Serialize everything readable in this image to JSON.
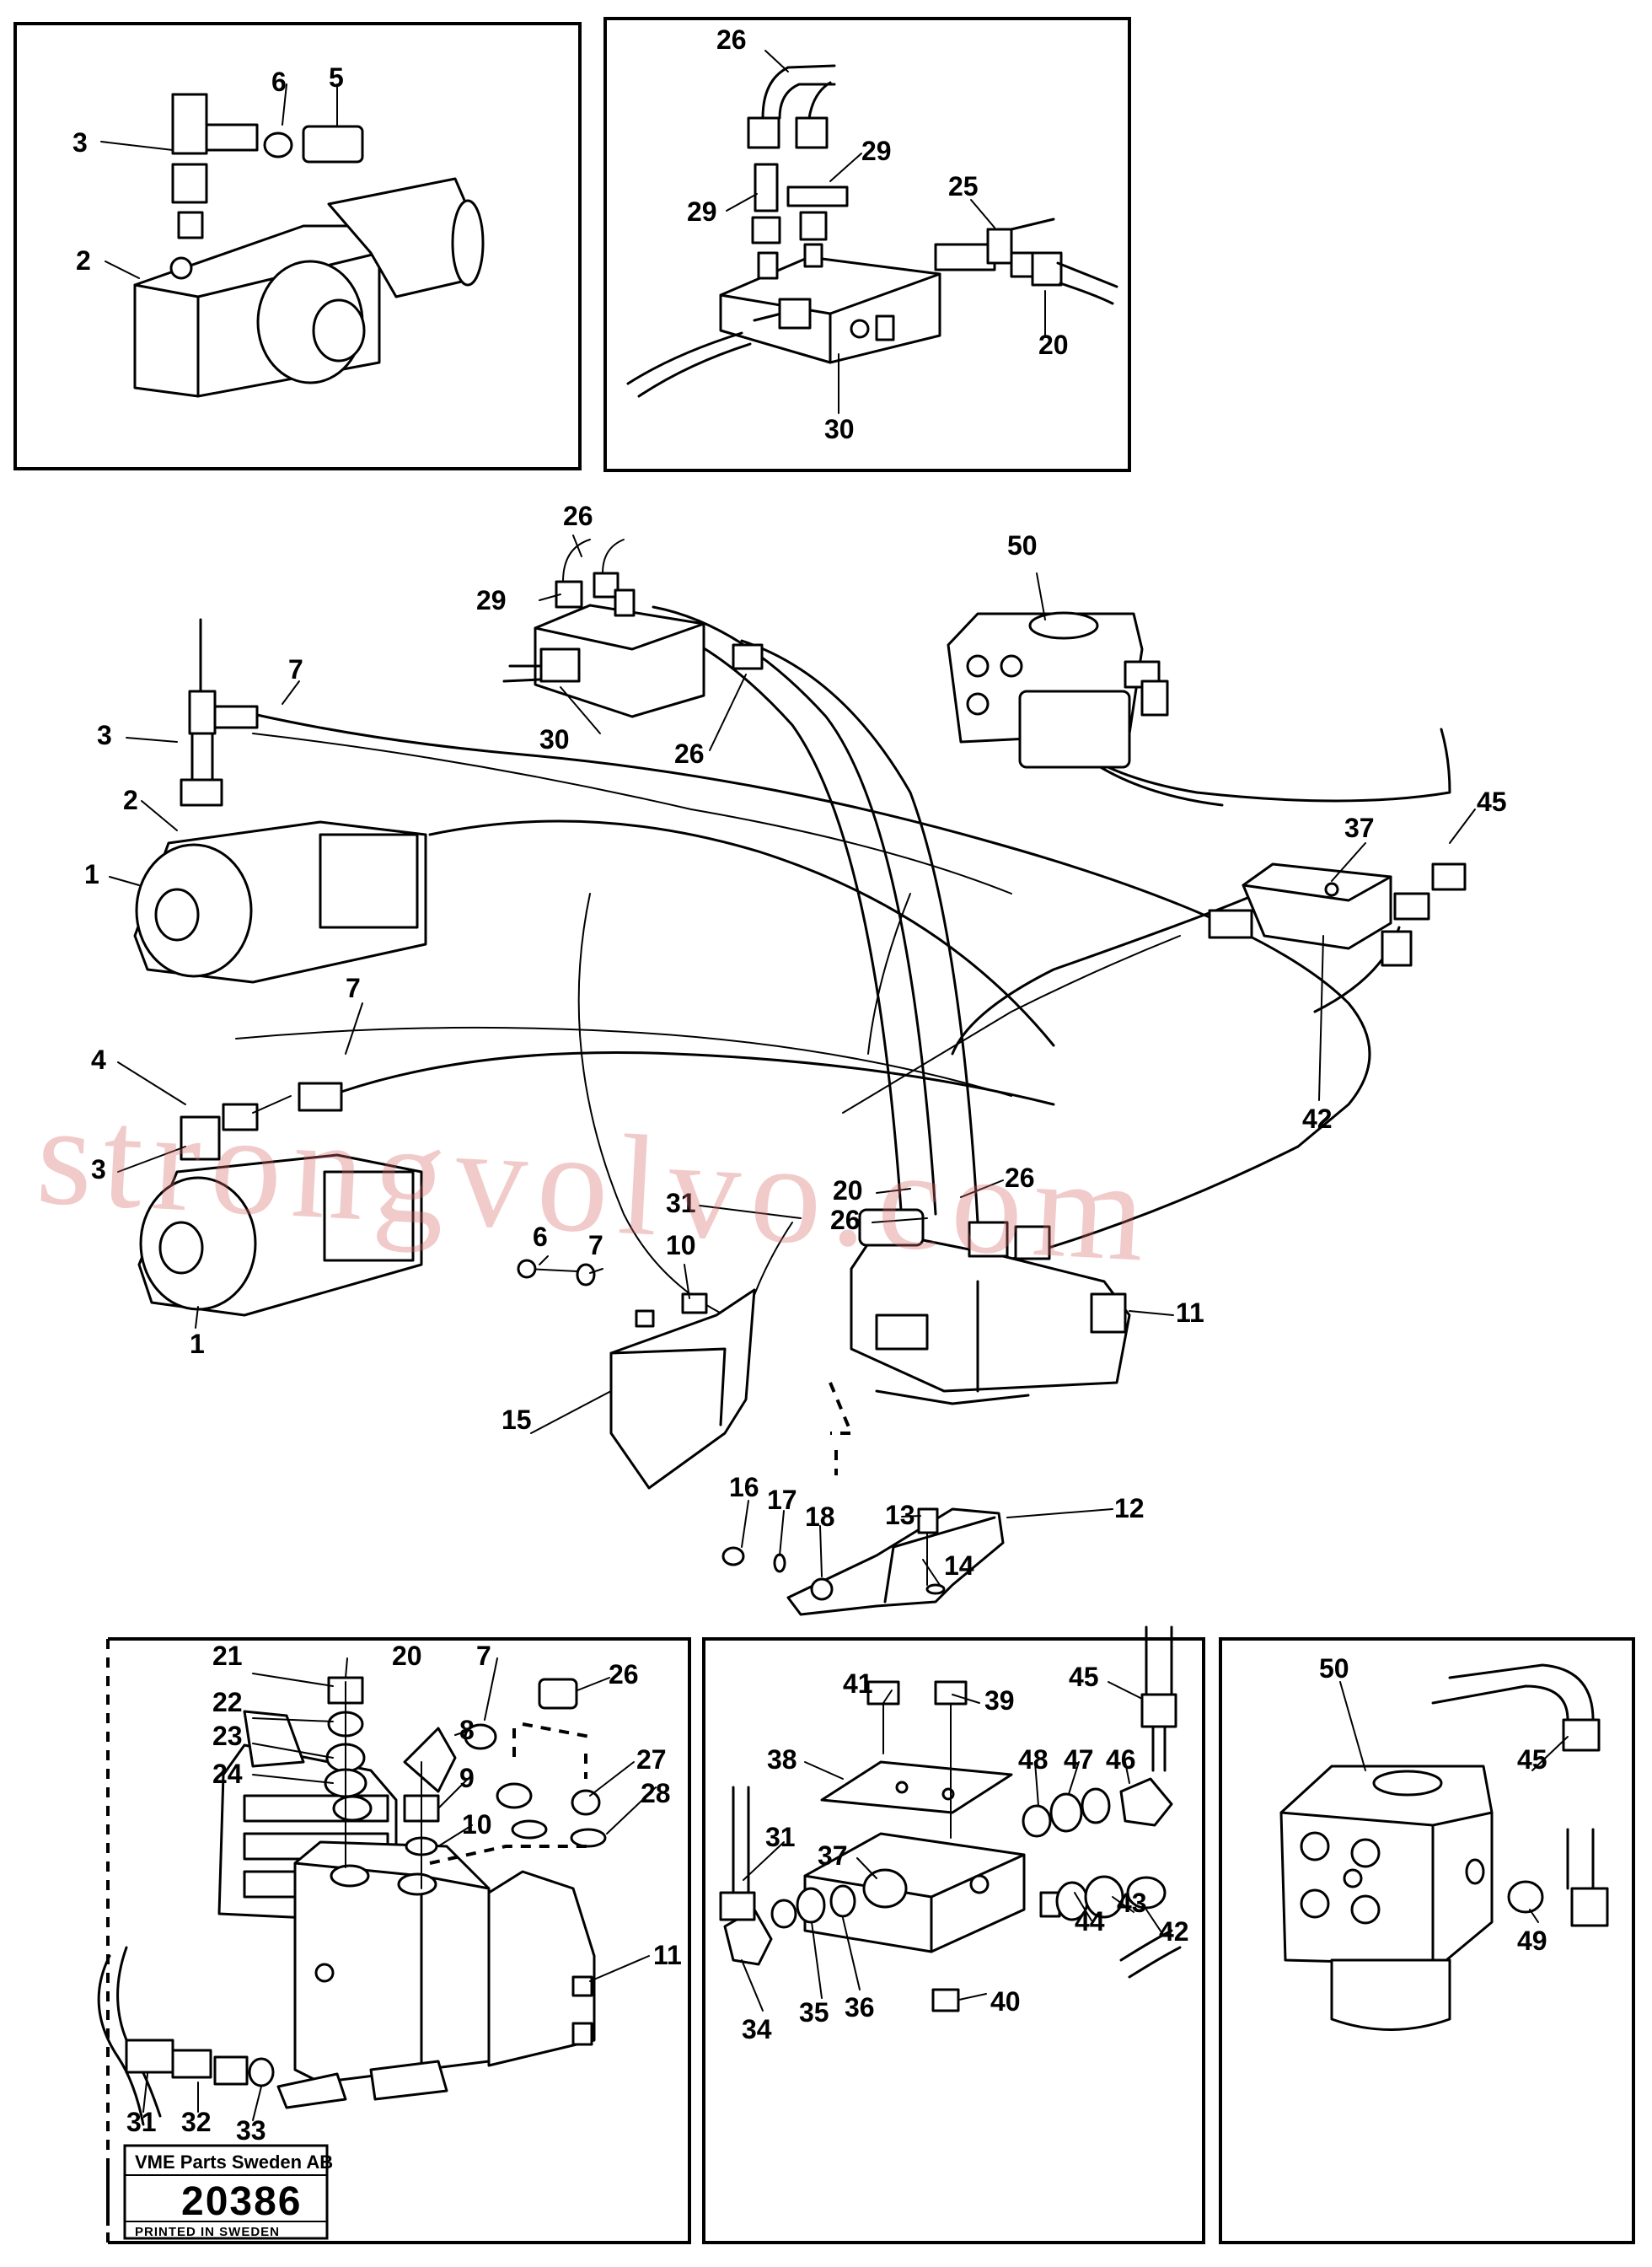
{
  "diagram": {
    "callouts": [
      {
        "id": "c-top-left-3",
        "text": "3"
      },
      {
        "id": "c-top-left-6",
        "text": "6"
      },
      {
        "id": "c-top-left-5",
        "text": "5"
      },
      {
        "id": "c-top-left-2",
        "text": "2"
      },
      {
        "id": "c-top-mid-26",
        "text": "26"
      },
      {
        "id": "c-top-mid-29a",
        "text": "29"
      },
      {
        "id": "c-top-mid-29b",
        "text": "29"
      },
      {
        "id": "c-top-mid-25",
        "text": "25"
      },
      {
        "id": "c-top-mid-20",
        "text": "20"
      },
      {
        "id": "c-top-mid-30",
        "text": "30"
      },
      {
        "id": "c-main-26a",
        "text": "26"
      },
      {
        "id": "c-main-29",
        "text": "29"
      },
      {
        "id": "c-main-30",
        "text": "30"
      },
      {
        "id": "c-main-26b",
        "text": "26"
      },
      {
        "id": "c-main-50",
        "text": "50"
      },
      {
        "id": "c-main-7a",
        "text": "7"
      },
      {
        "id": "c-main-3a",
        "text": "3"
      },
      {
        "id": "c-main-2",
        "text": "2"
      },
      {
        "id": "c-main-1a",
        "text": "1"
      },
      {
        "id": "c-main-45",
        "text": "45"
      },
      {
        "id": "c-main-37",
        "text": "37"
      },
      {
        "id": "c-main-42",
        "text": "42"
      },
      {
        "id": "c-main-7b",
        "text": "7"
      },
      {
        "id": "c-main-4",
        "text": "4"
      },
      {
        "id": "c-main-3b",
        "text": "3"
      },
      {
        "id": "c-main-26c",
        "text": "26"
      },
      {
        "id": "c-main-26d",
        "text": "26"
      },
      {
        "id": "c-main-20",
        "text": "20"
      },
      {
        "id": "c-main-31",
        "text": "31"
      },
      {
        "id": "c-main-6",
        "text": "6"
      },
      {
        "id": "c-main-7c",
        "text": "7"
      },
      {
        "id": "c-main-10",
        "text": "10"
      },
      {
        "id": "c-main-11",
        "text": "11"
      },
      {
        "id": "c-main-1b",
        "text": "1"
      },
      {
        "id": "c-main-15",
        "text": "15"
      },
      {
        "id": "c-main-16",
        "text": "16"
      },
      {
        "id": "c-main-17",
        "text": "17"
      },
      {
        "id": "c-main-18",
        "text": "18"
      },
      {
        "id": "c-main-13",
        "text": "13"
      },
      {
        "id": "c-main-12",
        "text": "12"
      },
      {
        "id": "c-main-14",
        "text": "14"
      },
      {
        "id": "c-bl-21",
        "text": "21"
      },
      {
        "id": "c-bl-20",
        "text": "20"
      },
      {
        "id": "c-bl-7",
        "text": "7"
      },
      {
        "id": "c-bl-26",
        "text": "26"
      },
      {
        "id": "c-bl-22",
        "text": "22"
      },
      {
        "id": "c-bl-8",
        "text": "8"
      },
      {
        "id": "c-bl-23",
        "text": "23"
      },
      {
        "id": "c-bl-27",
        "text": "27"
      },
      {
        "id": "c-bl-24",
        "text": "24"
      },
      {
        "id": "c-bl-9",
        "text": "9"
      },
      {
        "id": "c-bl-28",
        "text": "28"
      },
      {
        "id": "c-bl-10",
        "text": "10"
      },
      {
        "id": "c-bl-11",
        "text": "11"
      },
      {
        "id": "c-bl-31",
        "text": "31"
      },
      {
        "id": "c-bl-32",
        "text": "32"
      },
      {
        "id": "c-bl-33",
        "text": "33"
      },
      {
        "id": "c-bm-41",
        "text": "41"
      },
      {
        "id": "c-bm-39",
        "text": "39"
      },
      {
        "id": "c-bm-45",
        "text": "45"
      },
      {
        "id": "c-bm-38",
        "text": "38"
      },
      {
        "id": "c-bm-48",
        "text": "48"
      },
      {
        "id": "c-bm-47",
        "text": "47"
      },
      {
        "id": "c-bm-46",
        "text": "46"
      },
      {
        "id": "c-bm-31",
        "text": "31"
      },
      {
        "id": "c-bm-37",
        "text": "37"
      },
      {
        "id": "c-bm-44",
        "text": "44"
      },
      {
        "id": "c-bm-43",
        "text": "43"
      },
      {
        "id": "c-bm-42",
        "text": "42"
      },
      {
        "id": "c-bm-34",
        "text": "34"
      },
      {
        "id": "c-bm-35",
        "text": "35"
      },
      {
        "id": "c-bm-36",
        "text": "36"
      },
      {
        "id": "c-bm-40",
        "text": "40"
      },
      {
        "id": "c-br-50",
        "text": "50"
      },
      {
        "id": "c-br-45",
        "text": "45"
      },
      {
        "id": "c-br-49",
        "text": "49"
      }
    ]
  },
  "watermark": "strongvolvo.com",
  "stamp": {
    "company": "VME Parts Sweden AB",
    "drawing_number": "20386",
    "printed_in": "PRINTED IN SWEDEN"
  }
}
